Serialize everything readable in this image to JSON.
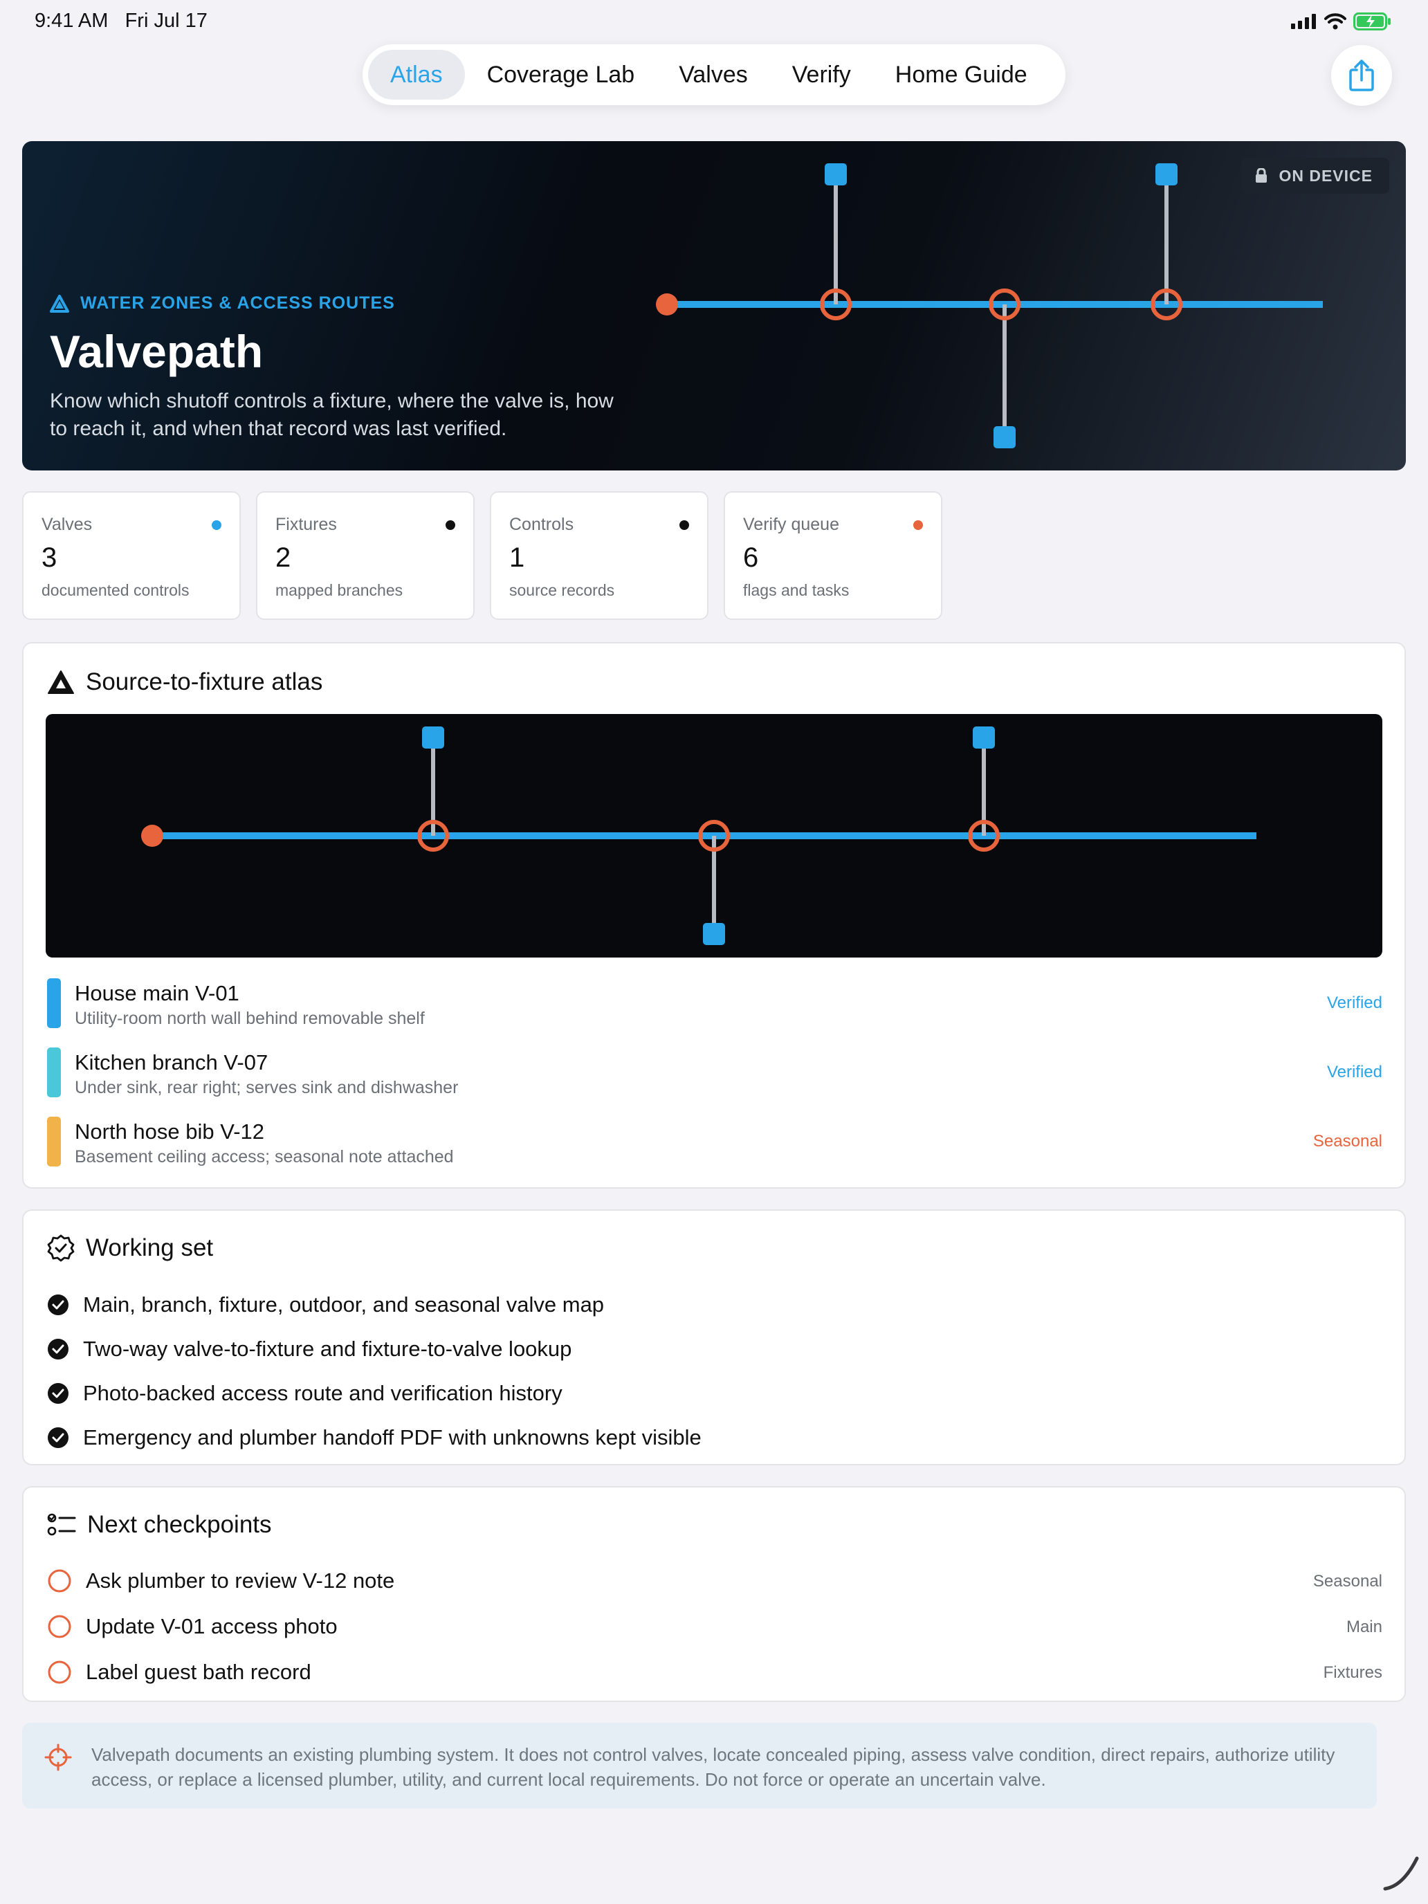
{
  "status_bar": {
    "time": "9:41 AM",
    "date": "Fri Jul 17"
  },
  "tabs": [
    {
      "label": "Atlas",
      "active": true
    },
    {
      "label": "Coverage Lab",
      "active": false
    },
    {
      "label": "Valves",
      "active": false
    },
    {
      "label": "Verify",
      "active": false
    },
    {
      "label": "Home Guide",
      "active": false
    }
  ],
  "share": {
    "icon": "share-icon"
  },
  "hero": {
    "eyebrow": "WATER ZONES & ACCESS ROUTES",
    "title": "Valvepath",
    "subtitle": "Know which shutoff controls a fixture, where the valve is, how to reach it, and when that record was last verified.",
    "badge": "ON DEVICE"
  },
  "stats": [
    {
      "label": "Valves",
      "value": "3",
      "caption": "documented controls",
      "dot_color": "#2aa4e8"
    },
    {
      "label": "Fixtures",
      "value": "2",
      "caption": "mapped branches",
      "dot_color": "#111111"
    },
    {
      "label": "Controls",
      "value": "1",
      "caption": "source records",
      "dot_color": "#111111"
    },
    {
      "label": "Verify queue",
      "value": "6",
      "caption": "flags and tasks",
      "dot_color": "#e8643c"
    }
  ],
  "atlas": {
    "title": "Source-to-fixture atlas",
    "valves": [
      {
        "name": "House main V-01",
        "location": "Utility-room north wall behind removable shelf",
        "status": "Verified",
        "swatch": "#2aa4e8",
        "status_color": "#2aa4e8"
      },
      {
        "name": "Kitchen branch V-07",
        "location": "Under sink, rear right; serves sink and dishwasher",
        "status": "Verified",
        "swatch": "#4ac7d8",
        "status_color": "#2aa4e8"
      },
      {
        "name": "North hose bib V-12",
        "location": "Basement ceiling access; seasonal note attached",
        "status": "Seasonal",
        "swatch": "#f2b24a",
        "status_color": "#e8643c"
      }
    ]
  },
  "working_set": {
    "title": "Working set",
    "items": [
      "Main, branch, fixture, outdoor, and seasonal valve map",
      "Two-way valve-to-fixture and fixture-to-valve lookup",
      "Photo-backed access route and verification history",
      "Emergency and plumber handoff PDF with unknowns kept visible"
    ]
  },
  "checkpoints": {
    "title": "Next checkpoints",
    "items": [
      {
        "label": "Ask plumber to review V-12 note",
        "tag": "Seasonal"
      },
      {
        "label": "Update V-01 access photo",
        "tag": "Main"
      },
      {
        "label": "Label guest bath record",
        "tag": "Fixtures"
      }
    ]
  },
  "disclaimer": "Valvepath documents an existing plumbing system. It does not control valves, locate concealed piping, assess valve condition, direct repairs, authorize utility access, or replace a licensed plumber, utility, and current local requirements. Do not force or operate an uncertain valve.",
  "colors": {
    "accent": "#2aa4e8",
    "alert": "#e8643c",
    "pipe": "#2aa4e8",
    "stem": "#b8bcc2"
  }
}
